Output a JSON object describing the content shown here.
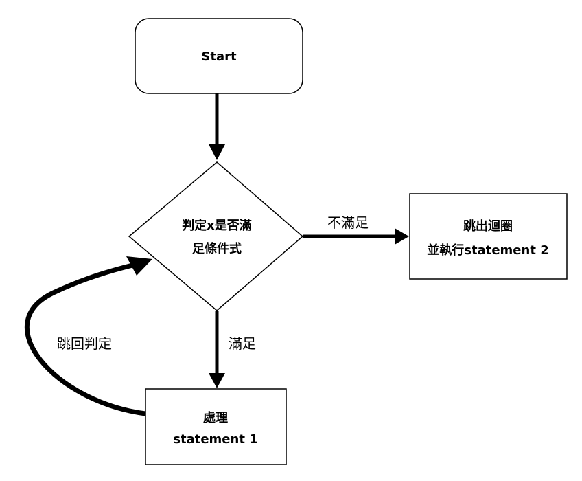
{
  "nodes": {
    "start": {
      "label": "Start"
    },
    "decision": {
      "line1": "判定x是否滿",
      "line2": "足條件式"
    },
    "exit_loop": {
      "line1": "跳出迴圈",
      "line2": "並執行statement 2"
    },
    "process": {
      "line1": "處理",
      "line2": "statement 1"
    }
  },
  "edges": {
    "not_satisfied_label": "不滿足",
    "satisfied_label": "滿足",
    "jump_back_label": "跳回判定"
  },
  "colors": {
    "stroke": "#000000",
    "fill": "#ffffff",
    "text": "#000000"
  }
}
